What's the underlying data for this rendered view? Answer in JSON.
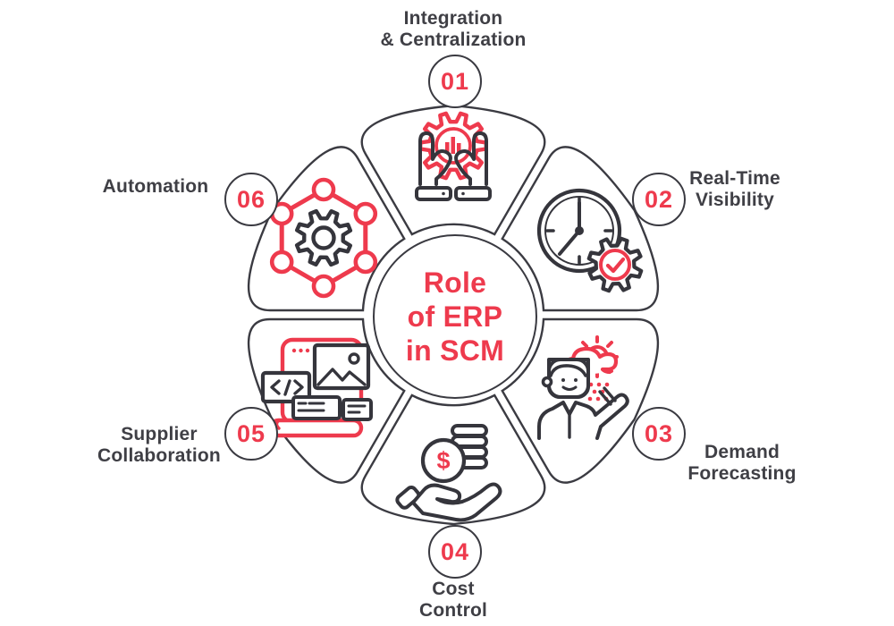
{
  "title": "Role\nof ERP\nin SCM",
  "colors": {
    "accent": "#ee3a4d",
    "ink": "#3a3a41",
    "label_text": "#3f3f45",
    "background": "#ffffff"
  },
  "segments": [
    {
      "number": "01",
      "label": "Integration\n& Centralization",
      "icon": "hands-gear-analytics-icon"
    },
    {
      "number": "02",
      "label": "Real-Time\nVisibility",
      "icon": "clock-gear-check-icon"
    },
    {
      "number": "03",
      "label": "Demand\nForecasting",
      "icon": "forecaster-weather-icon"
    },
    {
      "number": "04",
      "label": "Cost\nControl",
      "icon": "hand-coins-icon",
      "icon_glyph": "$"
    },
    {
      "number": "05",
      "label": "Supplier\nCollaboration",
      "icon": "browser-content-icon"
    },
    {
      "number": "06",
      "label": "Automation",
      "icon": "gear-network-icon"
    }
  ]
}
